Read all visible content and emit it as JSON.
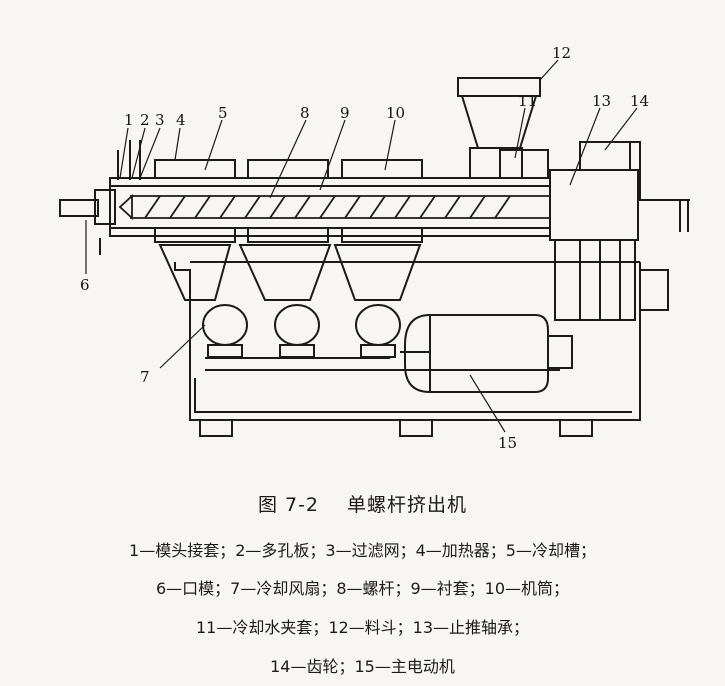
{
  "figure": {
    "number": "图 7-2",
    "title": "单螺杆挤出机"
  },
  "part_numbers": [
    "1",
    "2",
    "3",
    "4",
    "5",
    "6",
    "7",
    "8",
    "9",
    "10",
    "11",
    "12",
    "13",
    "14",
    "15"
  ],
  "legend": {
    "line1": "1—模头接套；2—多孔板；3—过滤网；4—加热器；5—冷却槽；",
    "line2": "6—口模；7—冷却风扇；8—螺杆；9—衬套；10—机筒；",
    "line3": "11—冷却水夹套；12—料斗；13—止推轴承；",
    "line4": "14—齿轮；15—主电动机"
  }
}
